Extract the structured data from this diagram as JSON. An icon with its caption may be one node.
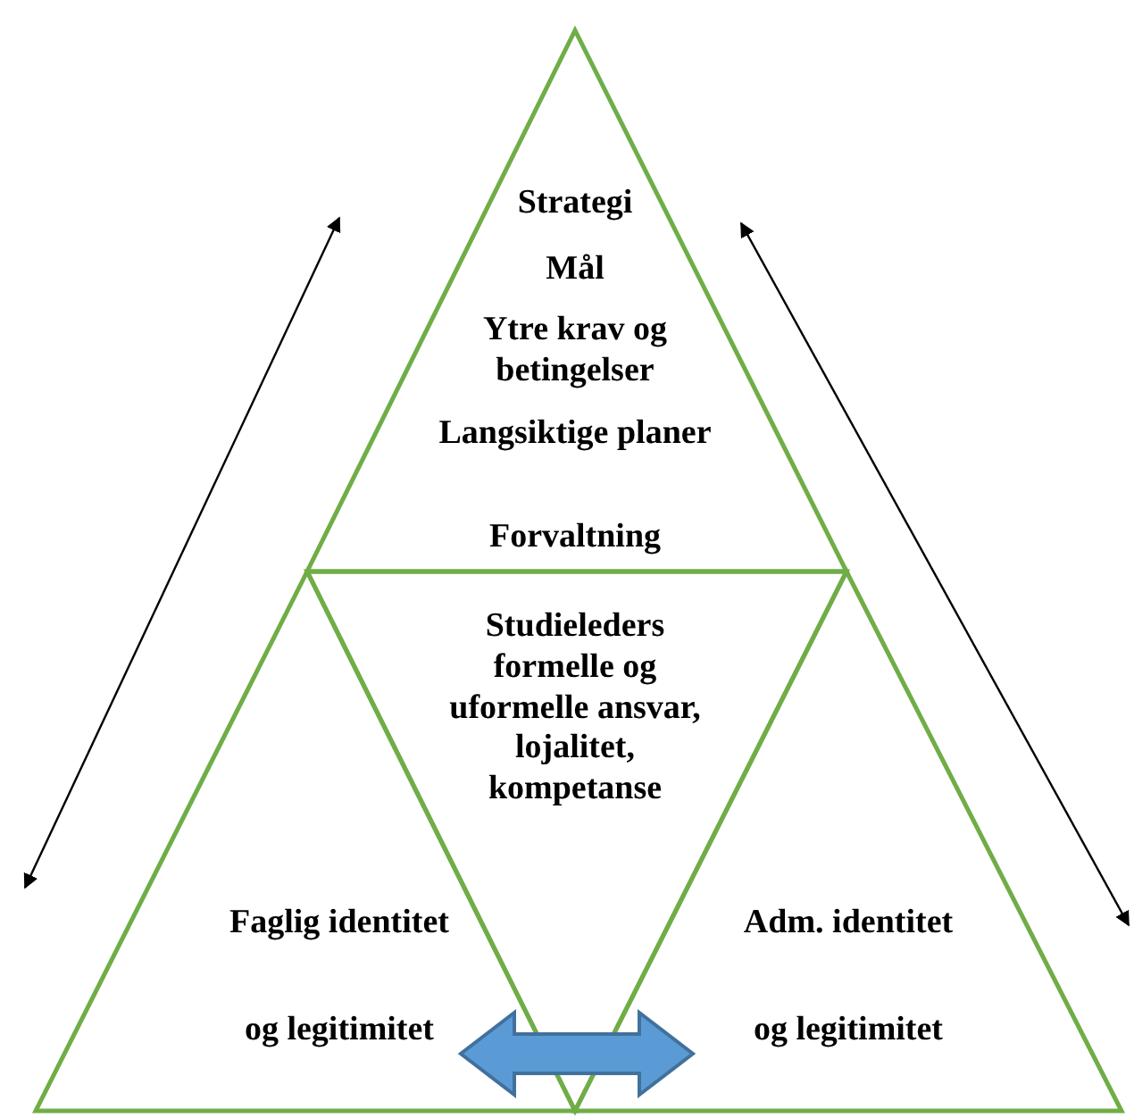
{
  "diagram": {
    "nodes": [
      {
        "text": [
          "Strategi",
          "Mål",
          "Ytre krav og betingelser",
          "Langsiktige planer",
          "Forvaltning"
        ]
      },
      {
        "text": [
          "Studieleders formelle og uformelle ansvar, lojalitet, kompetanse"
        ]
      },
      {
        "text": [
          "Faglig identitet",
          "og legitimitet"
        ]
      },
      {
        "text": [
          "Adm. identitet",
          "og legitimitet"
        ]
      }
    ],
    "edges": [
      {
        "from": 2,
        "to": 3,
        "arrow": "both",
        "style": "thick",
        "color": "#5b9bd5"
      },
      {
        "from": 0,
        "to": 2,
        "arrow": "both"
      },
      {
        "from": 0,
        "to": 3,
        "arrow": "both"
      }
    ]
  }
}
